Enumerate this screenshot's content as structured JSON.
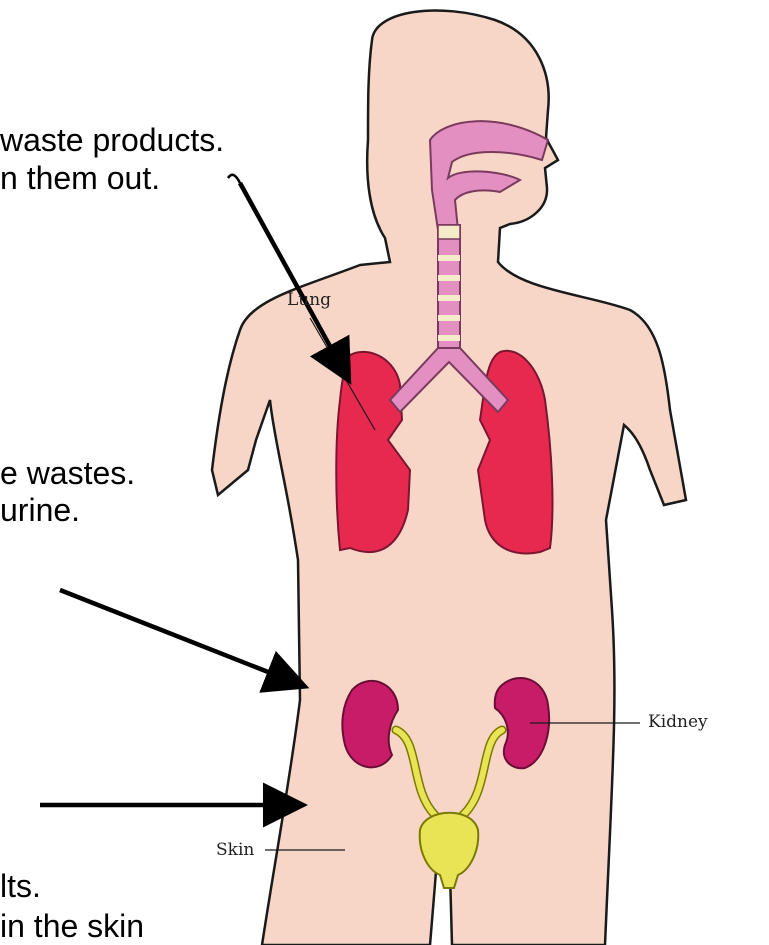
{
  "captions": {
    "line1": "waste products.",
    "line2": "n them out.",
    "line3": "e wastes.",
    "line4": "urine.",
    "line5": "lts.",
    "line6": "in the skin"
  },
  "labels": {
    "lung": "Lung",
    "kidney": "Kidney",
    "skin": "Skin"
  },
  "colors": {
    "skin": "#f7d6c8",
    "lung": "#e8294f",
    "kidney": "#c81b68",
    "bladder": "#e8e455",
    "trachea": "#e38fc1",
    "arrow": "#000000"
  }
}
